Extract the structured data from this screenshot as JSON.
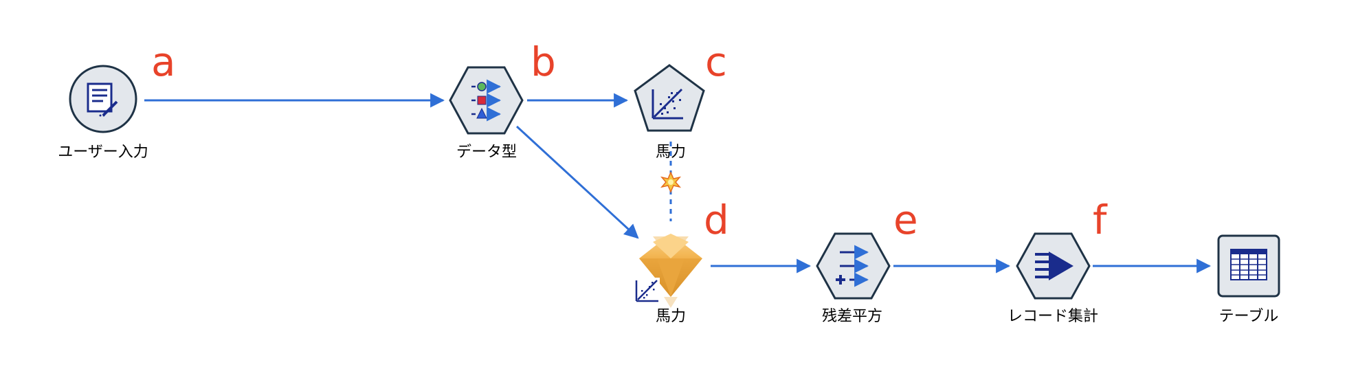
{
  "colors": {
    "connector": "#2f6fd6",
    "letter": "#e8432a",
    "node_fill": "#e3e7ec",
    "node_stroke": "#1f3346",
    "glyph": "#1a2c8c",
    "nugget": "#f2b24c"
  },
  "letters": [
    "a",
    "b",
    "c",
    "d",
    "e",
    "f"
  ],
  "nodes": {
    "user_input": {
      "label": "ユーザー入力",
      "icon": "user-input-icon"
    },
    "type": {
      "label": "データ型",
      "icon": "type-icon"
    },
    "horsepower_model": {
      "label": "馬力",
      "icon": "regression-model-icon"
    },
    "horsepower_nugget": {
      "label": "馬力",
      "icon": "model-nugget-icon"
    },
    "residual_square": {
      "label": "残差平方",
      "icon": "derive-icon"
    },
    "aggregate": {
      "label": "レコード集計",
      "icon": "aggregate-icon"
    },
    "table": {
      "label": "テーブル",
      "icon": "table-icon"
    }
  }
}
